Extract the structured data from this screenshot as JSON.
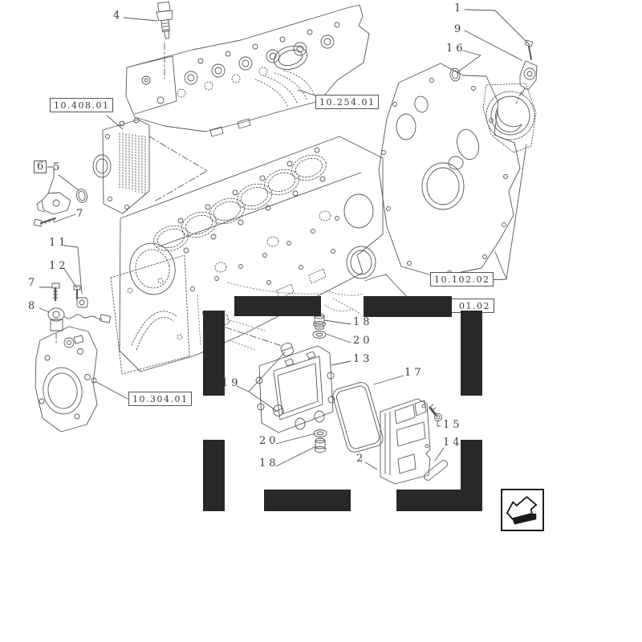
{
  "diagram_type": "engine parts exploded diagram",
  "colors": {
    "line": "#555555",
    "highlight_frame": "#282828",
    "text": "#3a3a3a",
    "background": "#ffffff"
  },
  "ref_boxes": {
    "heat_exchanger": "10.408.01",
    "intake_manifold": "10.254.01",
    "front_cover": "10.102.02",
    "oil_pump_cover": "10.304.01",
    "partial_hidden": "01.02"
  },
  "callouts": {
    "c4": "4",
    "c1": "1",
    "c9": "9",
    "c16": "16",
    "c6": "6",
    "c5": "5",
    "c7a": "7",
    "c11": "11",
    "c12": "12",
    "c7b": "7",
    "c8": "8",
    "c18a": "18",
    "c20a": "20",
    "c13": "13",
    "c19": "19",
    "c17": "17",
    "c15": "15",
    "c14": "14",
    "c2": "2",
    "c20b": "20",
    "c18b": "18"
  },
  "icons": {
    "bottom_right": "continuation-arrow-icon"
  }
}
